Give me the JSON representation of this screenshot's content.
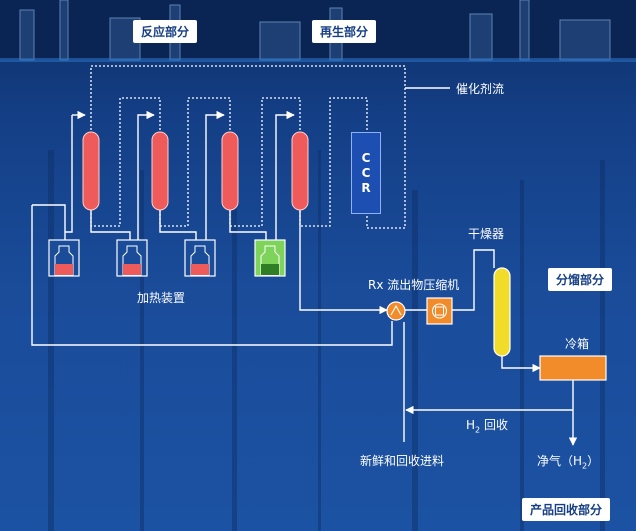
{
  "sections": {
    "reaction": "反应部分",
    "regeneration": "再生部分",
    "fractionation": "分馏部分",
    "product_recovery": "产品回收部分"
  },
  "labels": {
    "catalyst_flow": "催化剂流",
    "heaters": "加热装置",
    "compressor": "Rx 流出物压缩机",
    "dryer": "干燥器",
    "cold_box": "冷箱",
    "h2_recovery_pre": "H",
    "h2_recovery_sub": "2",
    "h2_recovery_post": " 回收",
    "fresh_feed": "新鲜和回收进料",
    "net_gas_pre": "净气（H",
    "net_gas_sub": "2",
    "net_gas_post": "）"
  },
  "ccr": [
    "C",
    "C",
    "R"
  ],
  "colors": {
    "background": "#1a4c9a",
    "reactor": "#ef5a5a",
    "dryer": "#f2dc2a",
    "cold_box": "#f28c2a",
    "compressor": "#f28c2a",
    "ccr_fill": "#1d4fb2",
    "heater_last": "#7ed35a",
    "line": "#ffffff"
  }
}
